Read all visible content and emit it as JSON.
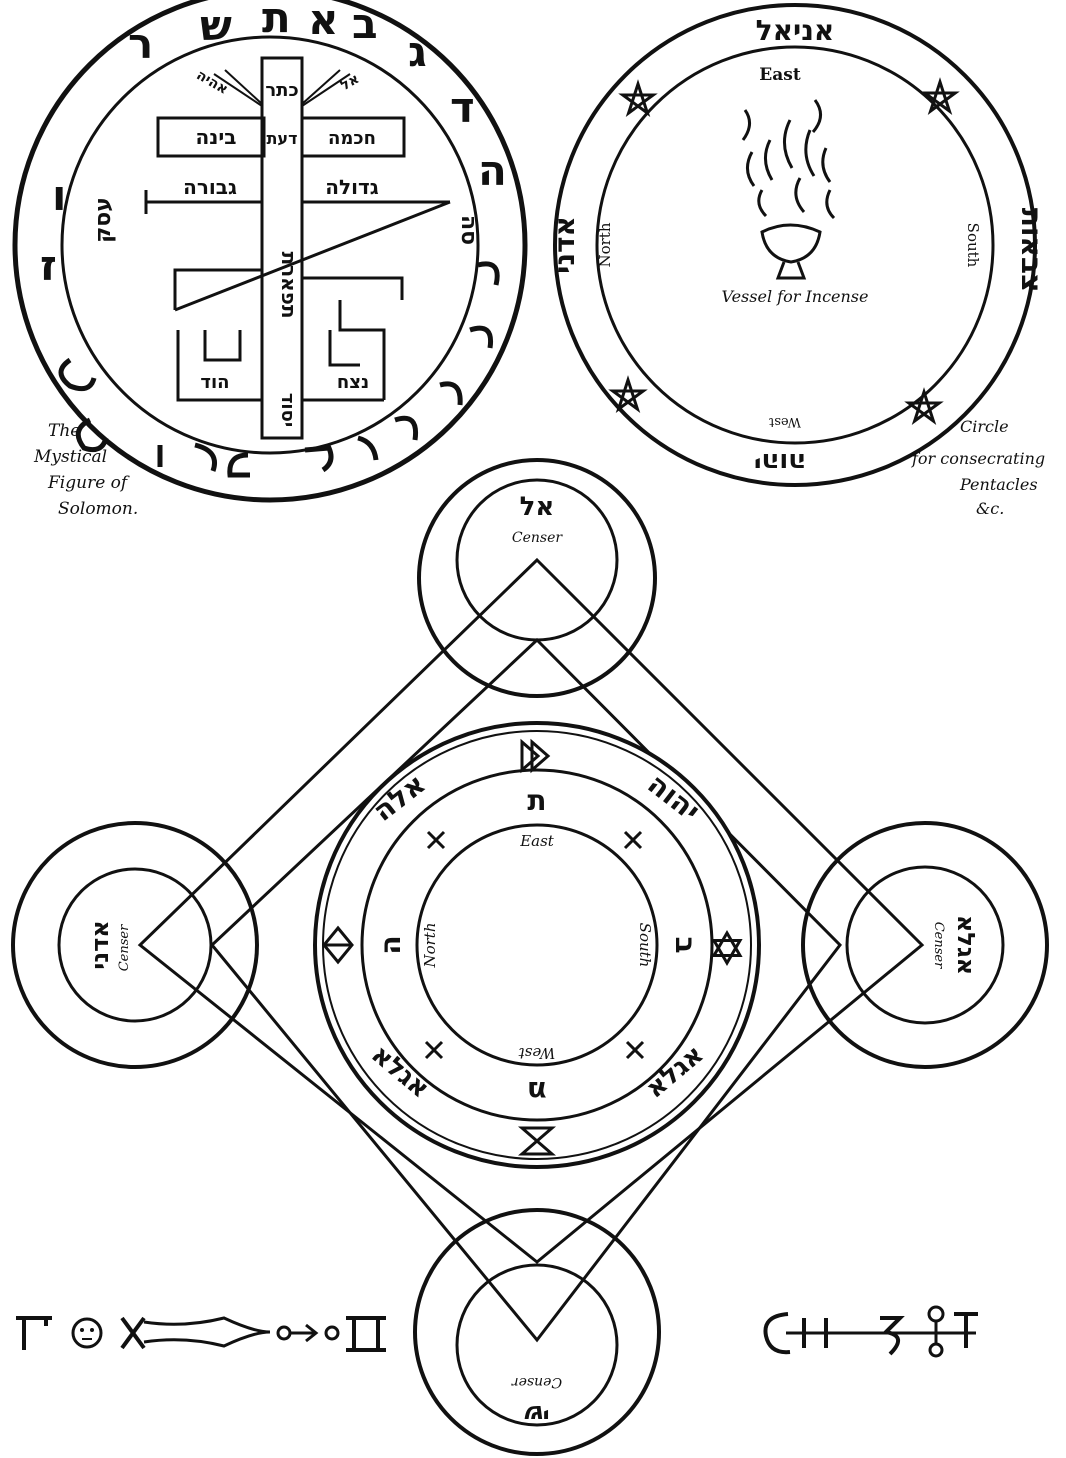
{
  "mystical_figure": {
    "caption": [
      "The",
      "Mystical",
      "Figure of",
      "Solomon."
    ],
    "outer_hebrew": [
      "ר",
      "ש",
      "ת",
      "א",
      "ב",
      "ג",
      "ד",
      "ה",
      "ו",
      "ז"
    ],
    "sephiroth": {
      "kether": "כתר",
      "binah": "בינה",
      "daath": "דעת",
      "chokmah": "חכמה",
      "geburah": "גבורה",
      "gedulah": "גדולה",
      "tiphareth": "תפארת",
      "hod": "הוד",
      "netzach": "נצח",
      "yesod": "יסוד"
    },
    "left_word": "עסק",
    "right_word": "סה",
    "corner_left": "אהיה",
    "corner_right": "אל"
  },
  "consecrating_circle": {
    "caption": [
      "Circle",
      "for consecrating",
      "Pentacles",
      "&c."
    ],
    "top_name": "אניאל",
    "right_name": "צבאות",
    "left_name": "אדני",
    "bottom_name": "יהוה",
    "dir_east": "East",
    "dir_north": "North",
    "dir_south": "South",
    "dir_west": "West",
    "vessel_label": "Vessel for Incense"
  },
  "main_circle": {
    "dir_east": "East",
    "dir_north": "North",
    "dir_south": "South",
    "dir_west": "West",
    "name_top_left": "אלה",
    "name_top_right": "יהוה",
    "name_bottom_left": "אגלא",
    "name_bottom_right": "אגלא",
    "letter_top": "ת",
    "letter_left": "ה",
    "letter_right": "ב",
    "letter_bottom": "מ"
  },
  "censers": {
    "top": {
      "name": "אל",
      "label": "Censer"
    },
    "left": {
      "name": "אדני",
      "label": "Censer"
    },
    "right": {
      "name": "אגלא",
      "label": "Censer"
    },
    "bottom": {
      "name": "שי",
      "label": "Censer"
    }
  }
}
